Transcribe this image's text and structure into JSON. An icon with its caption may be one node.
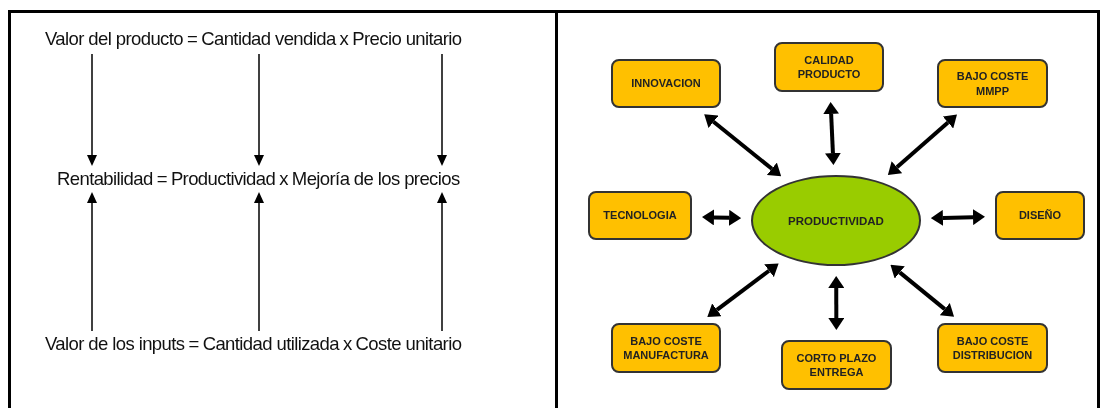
{
  "diagram": {
    "nodes": [
      {
        "text": [
          "Valor del producto"
        ]
      },
      {
        "text": [
          "Cantidad vendida"
        ]
      },
      {
        "text": [
          "Precio unitario"
        ]
      },
      {
        "text": [
          "Rentabilidad"
        ]
      },
      {
        "text": [
          "Productividad"
        ]
      },
      {
        "text": [
          "Mejoría de los precios"
        ]
      },
      {
        "text": [
          "Valor de los inputs"
        ]
      },
      {
        "text": [
          "Cantidad utilizada"
        ]
      },
      {
        "text": [
          "Coste unitario"
        ]
      },
      {
        "text": [
          "CALIDAD PRODUCTO"
        ]
      },
      {
        "text": [
          "INNOVACION"
        ]
      },
      {
        "text": [
          "BAJO COSTE MMPP"
        ]
      },
      {
        "text": [
          "TECNOLOGIA"
        ]
      },
      {
        "text": [
          "PRODUCTIVIDAD"
        ]
      },
      {
        "text": [
          "DISEÑO"
        ]
      },
      {
        "text": [
          "BAJO COSTE MANUFACTURA"
        ]
      },
      {
        "text": [
          "BAJO COSTE DISTRIBUCION"
        ]
      },
      {
        "text": [
          "CORTO PLAZO ENTREGA"
        ]
      }
    ],
    "edges": [
      {
        "from": 0,
        "to": 3,
        "arrow": "to"
      },
      {
        "from": 1,
        "to": 4,
        "arrow": "to"
      },
      {
        "from": 2,
        "to": 5,
        "arrow": "to"
      },
      {
        "from": 6,
        "to": 3,
        "arrow": "to"
      },
      {
        "from": 7,
        "to": 4,
        "arrow": "to"
      },
      {
        "from": 8,
        "to": 5,
        "arrow": "to"
      },
      {
        "from": 13,
        "to": 10,
        "arrow": "both"
      },
      {
        "from": 13,
        "to": 9,
        "arrow": "both"
      },
      {
        "from": 13,
        "to": 11,
        "arrow": "both"
      },
      {
        "from": 13,
        "to": 12,
        "arrow": "both"
      },
      {
        "from": 13,
        "to": 14,
        "arrow": "both"
      },
      {
        "from": 13,
        "to": 15,
        "arrow": "both"
      },
      {
        "from": 13,
        "to": 17,
        "arrow": "both"
      },
      {
        "from": 13,
        "to": 16,
        "arrow": "both"
      }
    ],
    "labels": [
      "=",
      "x",
      "=",
      "x",
      "=",
      "x"
    ]
  }
}
